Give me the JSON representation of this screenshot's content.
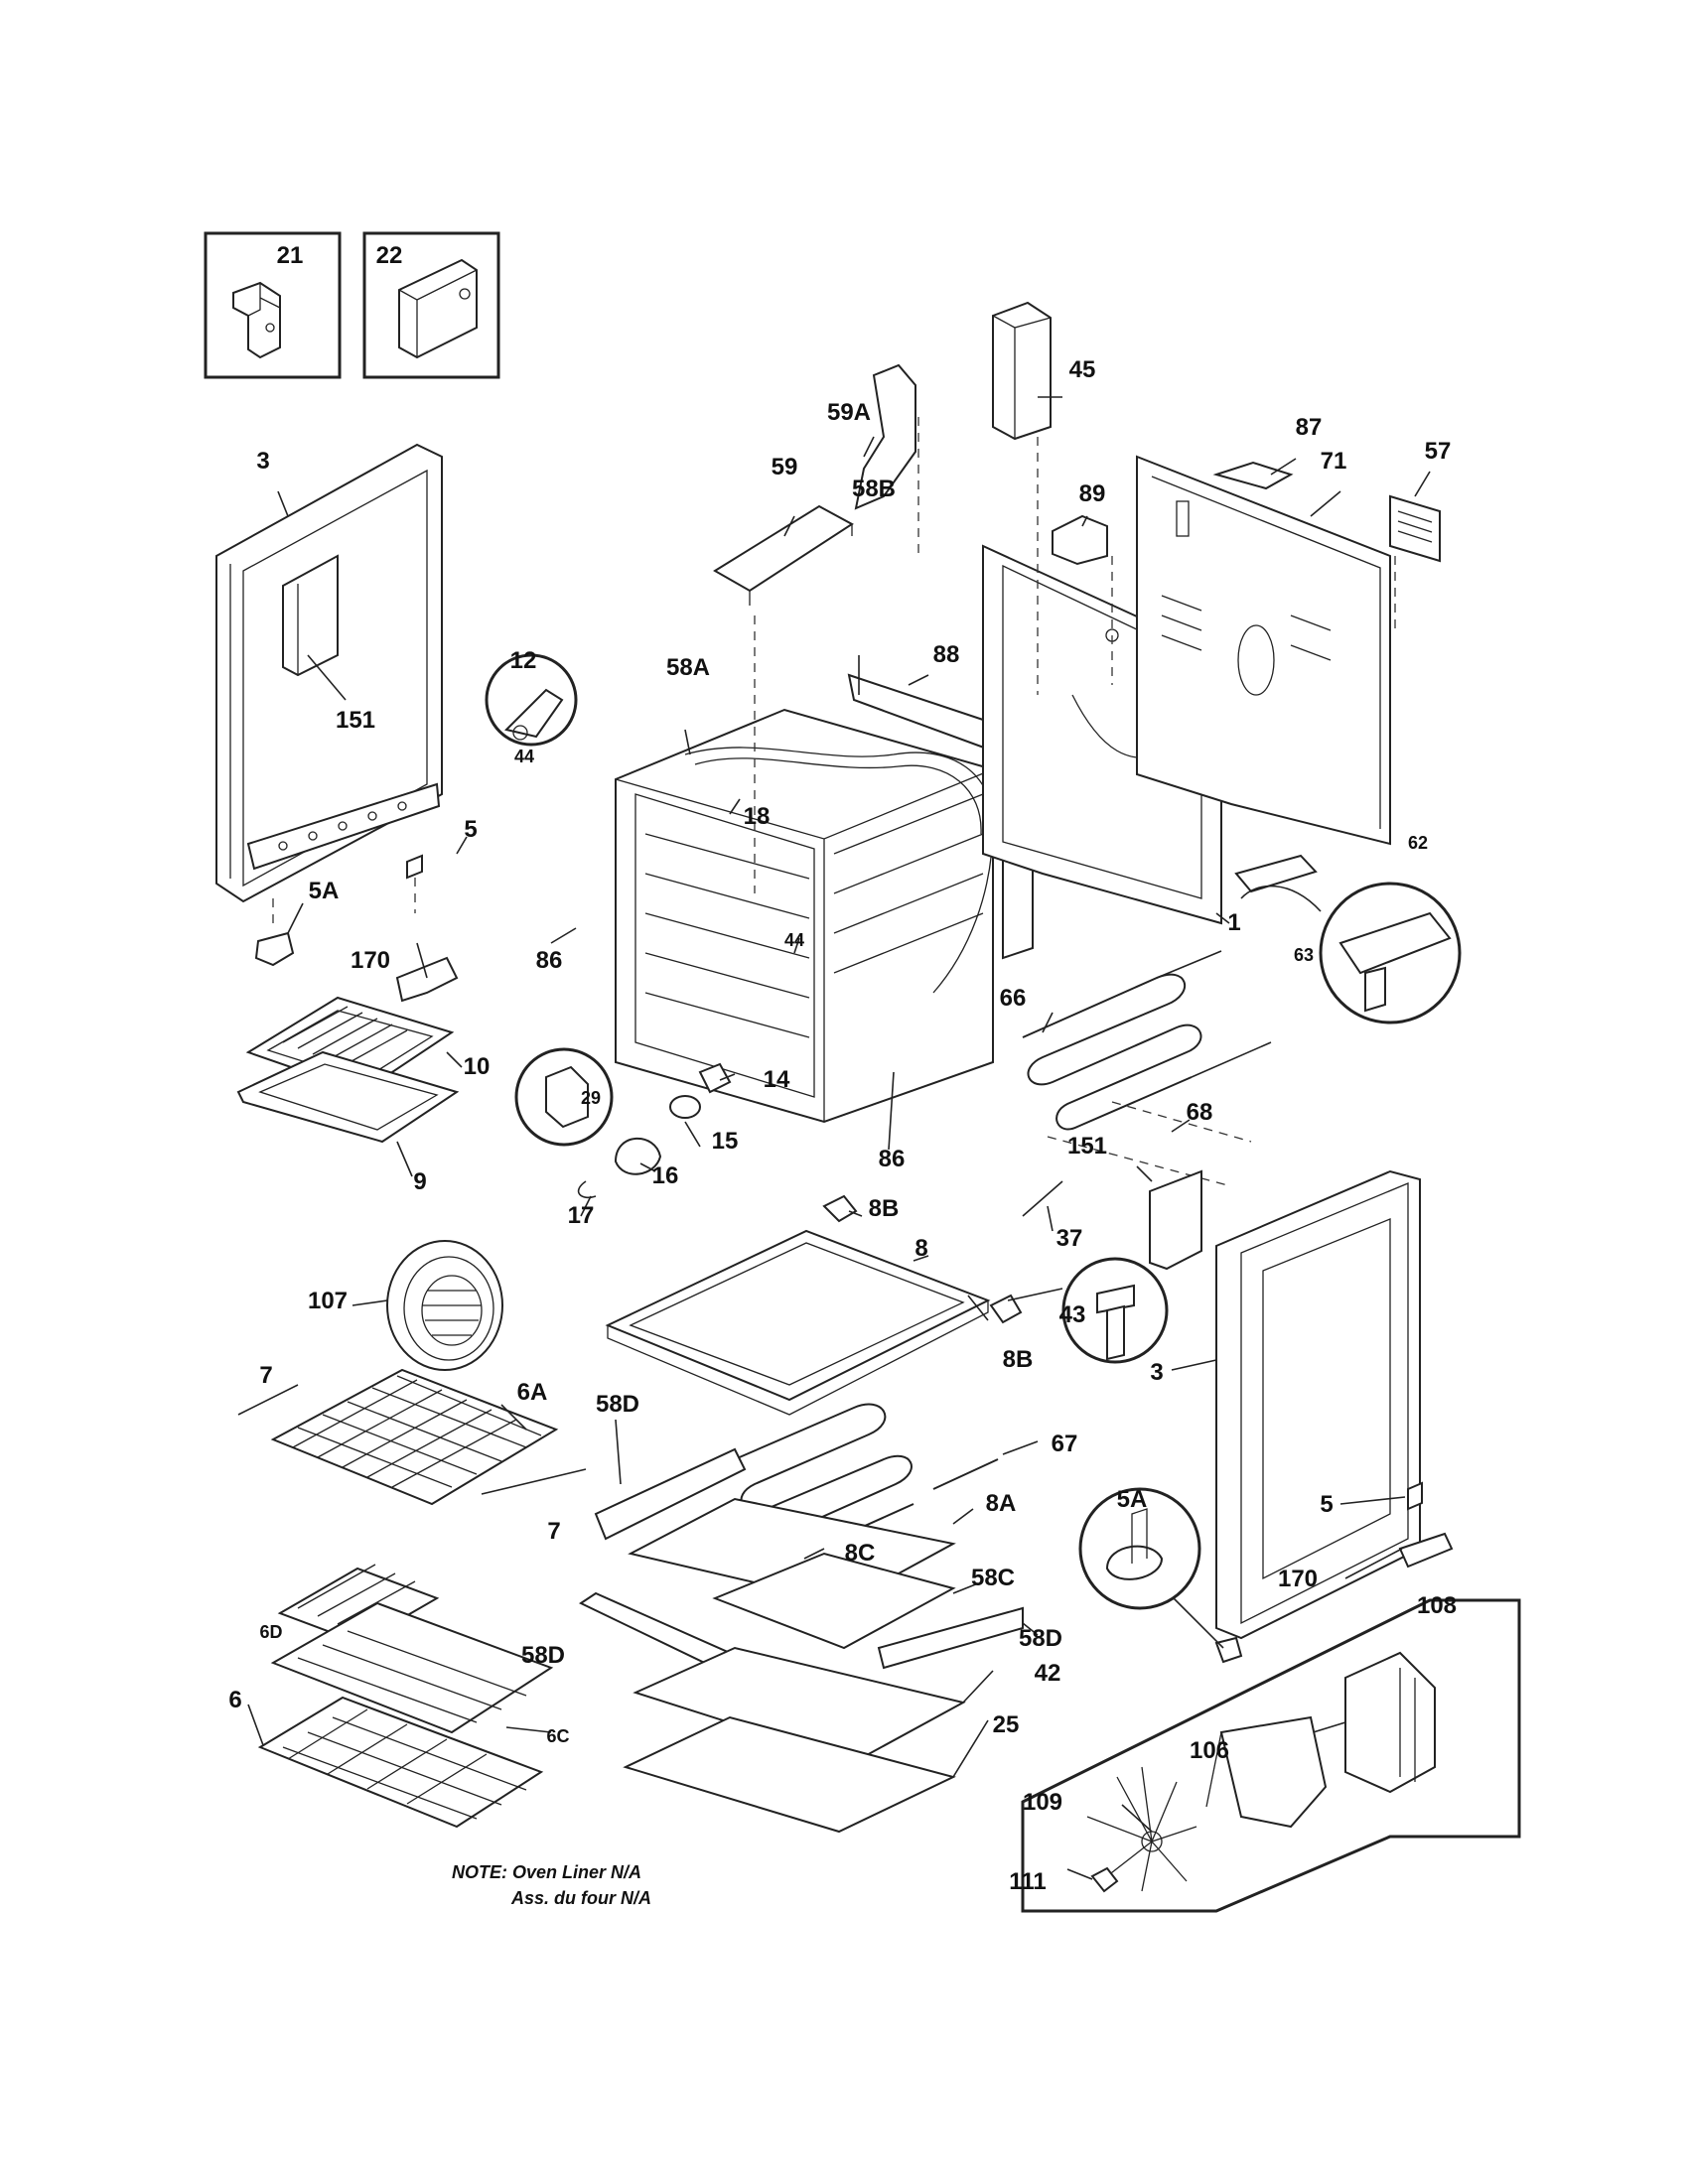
{
  "callouts": [
    {
      "id": "c21",
      "text": "21"
    },
    {
      "id": "c22",
      "text": "22"
    },
    {
      "id": "c45",
      "text": "45"
    },
    {
      "id": "c59A",
      "text": "59A"
    },
    {
      "id": "c59",
      "text": "59"
    },
    {
      "id": "c87",
      "text": "87"
    },
    {
      "id": "c57",
      "text": "57"
    },
    {
      "id": "c89",
      "text": "89"
    },
    {
      "id": "c71",
      "text": "71"
    },
    {
      "id": "c3a",
      "text": "3"
    },
    {
      "id": "c58B",
      "text": "58B"
    },
    {
      "id": "c88",
      "text": "88"
    },
    {
      "id": "c12",
      "text": "12"
    },
    {
      "id": "c58A",
      "text": "58A"
    },
    {
      "id": "c151a",
      "text": "151"
    },
    {
      "id": "c44a",
      "text": "44"
    },
    {
      "id": "c18",
      "text": "18"
    },
    {
      "id": "c5a",
      "text": "5"
    },
    {
      "id": "c62",
      "text": "62"
    },
    {
      "id": "c5Aa",
      "text": "5A"
    },
    {
      "id": "c1",
      "text": "1"
    },
    {
      "id": "c44b",
      "text": "44"
    },
    {
      "id": "c170a",
      "text": "170"
    },
    {
      "id": "c86a",
      "text": "86"
    },
    {
      "id": "c63",
      "text": "63"
    },
    {
      "id": "c66",
      "text": "66"
    },
    {
      "id": "c10",
      "text": "10"
    },
    {
      "id": "c29",
      "text": "29"
    },
    {
      "id": "c14",
      "text": "14"
    },
    {
      "id": "c68",
      "text": "68"
    },
    {
      "id": "c15",
      "text": "15"
    },
    {
      "id": "c151b",
      "text": "151"
    },
    {
      "id": "c9",
      "text": "9"
    },
    {
      "id": "c16",
      "text": "16"
    },
    {
      "id": "c86b",
      "text": "86"
    },
    {
      "id": "c17",
      "text": "17"
    },
    {
      "id": "c8Ba",
      "text": "8B"
    },
    {
      "id": "c37",
      "text": "37"
    },
    {
      "id": "c8",
      "text": "8"
    },
    {
      "id": "c107",
      "text": "107"
    },
    {
      "id": "c43",
      "text": "43"
    },
    {
      "id": "c7a",
      "text": "7"
    },
    {
      "id": "c8Bb",
      "text": "8B"
    },
    {
      "id": "c3b",
      "text": "3"
    },
    {
      "id": "c6A",
      "text": "6A"
    },
    {
      "id": "c58Da",
      "text": "58D"
    },
    {
      "id": "c67",
      "text": "67"
    },
    {
      "id": "c5Ab",
      "text": "5A"
    },
    {
      "id": "c8A",
      "text": "8A"
    },
    {
      "id": "c7b",
      "text": "7"
    },
    {
      "id": "c5b",
      "text": "5"
    },
    {
      "id": "c8C",
      "text": "8C"
    },
    {
      "id": "c58C",
      "text": "58C"
    },
    {
      "id": "c170b",
      "text": "170"
    },
    {
      "id": "c108",
      "text": "108"
    },
    {
      "id": "c6D",
      "text": "6D"
    },
    {
      "id": "c58Db",
      "text": "58D"
    },
    {
      "id": "c58Dc",
      "text": "58D"
    },
    {
      "id": "c42",
      "text": "42"
    },
    {
      "id": "c6",
      "text": "6"
    },
    {
      "id": "c106",
      "text": "106"
    },
    {
      "id": "c25",
      "text": "25"
    },
    {
      "id": "c6C",
      "text": "6C"
    },
    {
      "id": "c109",
      "text": "109"
    },
    {
      "id": "c111",
      "text": "111"
    }
  ],
  "note": {
    "line1": "NOTE: Oven Liner N/A",
    "line2": "Ass. du four N/A"
  }
}
